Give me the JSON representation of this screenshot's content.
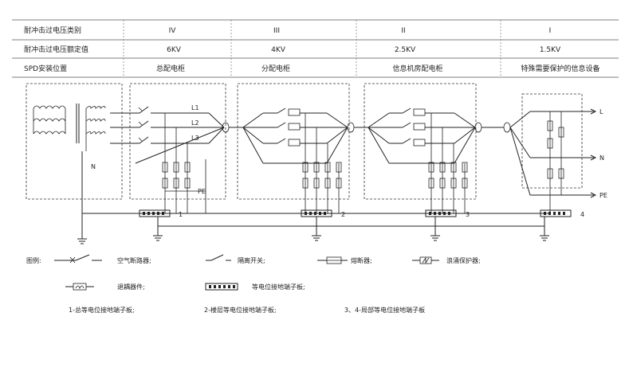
{
  "table": {
    "row_labels": [
      "耐冲击过电压类别",
      "耐冲击过电压额定值",
      "SPD安装位置"
    ],
    "categories": [
      "IV",
      "III",
      "II",
      "I"
    ],
    "ratings": [
      "6KV",
      "4KV",
      "2.5KV",
      "1.5KV"
    ],
    "locations": [
      "总配电柜",
      "分配电柜",
      "信息机房配电柜",
      "特殊需要保护的信息设备"
    ]
  },
  "circuit": {
    "phase_labels": [
      "L1",
      "L2",
      "L3"
    ],
    "neutral_label": "N",
    "pe_label": "PE",
    "right_labels": [
      "L",
      "N",
      "PE"
    ],
    "terminal_numbers": [
      "1",
      "2",
      "3",
      "4"
    ]
  },
  "legend": {
    "title": "图例:",
    "breaker": "空气断路器;",
    "isolator": "隔离开关;",
    "fuse": "熔断器;",
    "surge_protector": "浪涌保护器;",
    "decoupler": "退耦器件;",
    "terminal_board": "等电位接地端子板;",
    "note1": "1-总等电位接地端子板;",
    "note2": "2-楼层等电位接地端子板;",
    "note3": "3、4-局部等电位接地端子板"
  }
}
